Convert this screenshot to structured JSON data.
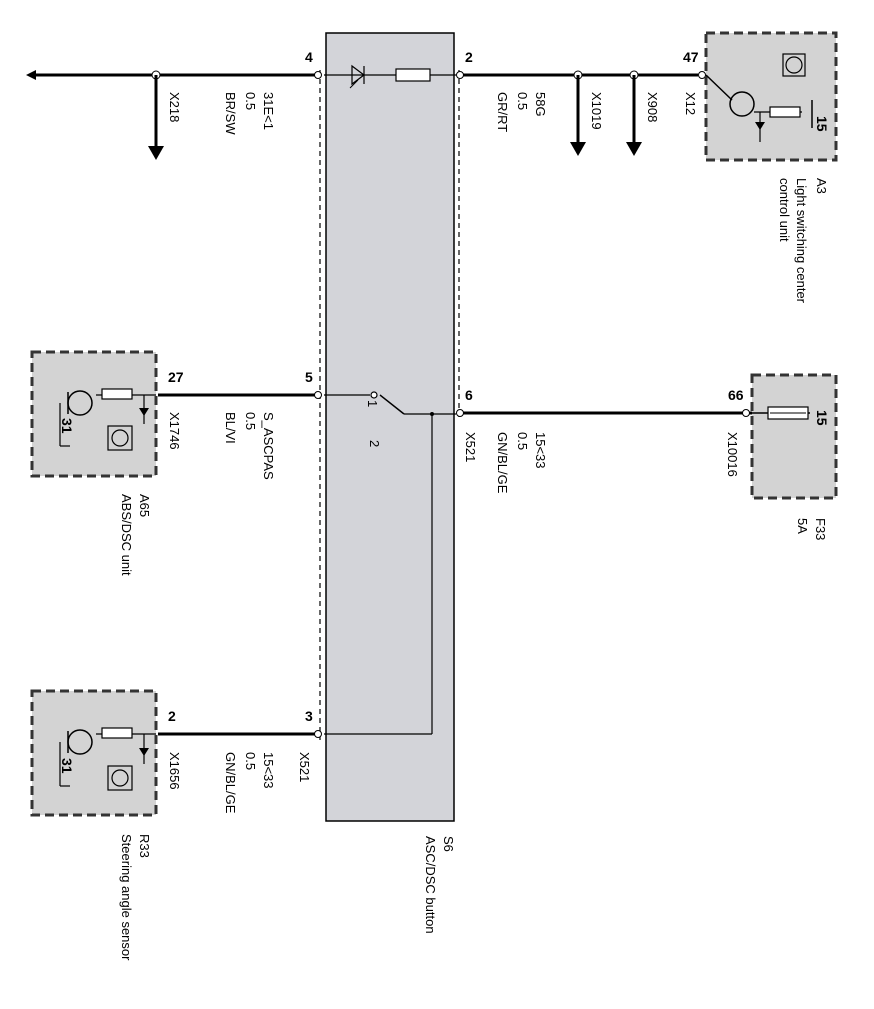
{
  "diagram": {
    "colors": {
      "wire": "#000000",
      "component_fill": "#d3d3d3",
      "module_fill": "#d3d4d9",
      "border": "#333333"
    },
    "left_group": {
      "pin": "4",
      "wire_code": "31E<1",
      "gauge": "0.5",
      "color": "BR/SW",
      "connector": "X218"
    },
    "top_right_group": {
      "pin": "2",
      "wire_code": "58G",
      "gauge": "0.5",
      "color": "GR/RT",
      "connector_a": "X1019",
      "connector_b": "X908",
      "connector_c": "X12",
      "module_pin": "47"
    },
    "a3": {
      "id": "A3",
      "name_line1": "Light switching center",
      "name_line2": "control unit",
      "internal_pin": "15"
    },
    "middle_right_group": {
      "pin": "6",
      "connector": "X521",
      "wire_code": "15<33",
      "gauge": "0.5",
      "color": "GN/BL/GE",
      "module_pin": "66",
      "module_connector": "X10016"
    },
    "f33": {
      "id": "F33",
      "rating": "5A",
      "internal_pin": "15"
    },
    "middle_left_group": {
      "pin": "5",
      "module_pin": "27",
      "connector": "X1746",
      "signal": "S_ASCPAS",
      "gauge": "0.5",
      "color": "BL/VI"
    },
    "switch": {
      "pos1": "1",
      "pos2": "2"
    },
    "a65": {
      "id": "A65",
      "name": "ABS/DSC unit",
      "ground": "31"
    },
    "bottom_group": {
      "pin": "3",
      "connector": "X521",
      "wire_code": "15<33",
      "gauge": "0.5",
      "color": "GN/BL/GE",
      "module_pin": "2",
      "module_connector": "X1656"
    },
    "s6": {
      "id": "S6",
      "name": "ASC/DSC button"
    },
    "r33": {
      "id": "R33",
      "name": "Steering angle sensor",
      "ground": "31"
    }
  }
}
